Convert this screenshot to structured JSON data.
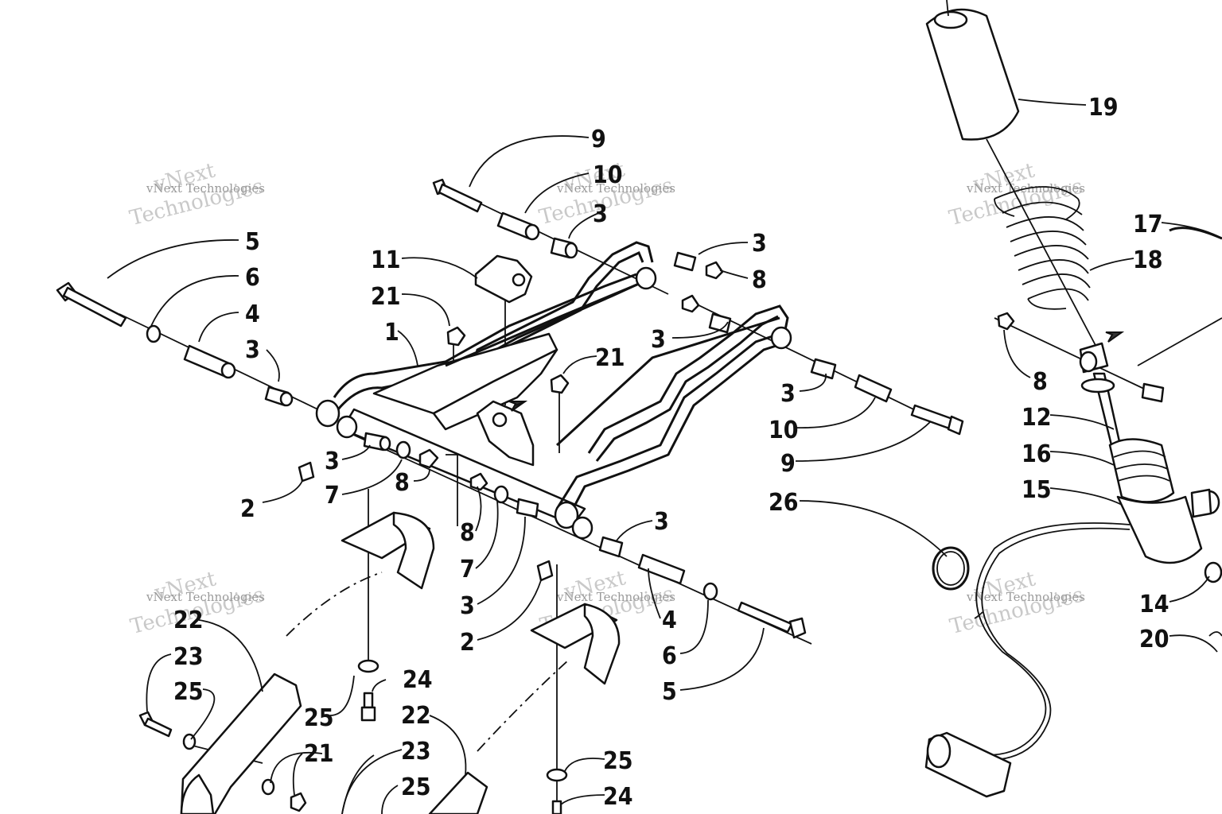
{
  "watermark": {
    "line1": "vNext",
    "line2": "Technologies",
    "small": "vNext Technologies"
  },
  "callouts": [
    {
      "id": "c1",
      "text": "1"
    },
    {
      "id": "c2a",
      "text": "2"
    },
    {
      "id": "c2b",
      "text": "2"
    },
    {
      "id": "c3a",
      "text": "3"
    },
    {
      "id": "c3b",
      "text": "3"
    },
    {
      "id": "c3c",
      "text": "3"
    },
    {
      "id": "c3d",
      "text": "3"
    },
    {
      "id": "c3e",
      "text": "3"
    },
    {
      "id": "c3f",
      "text": "3"
    },
    {
      "id": "c3g",
      "text": "3"
    },
    {
      "id": "c3h",
      "text": "3"
    },
    {
      "id": "c4a",
      "text": "4"
    },
    {
      "id": "c4b",
      "text": "4"
    },
    {
      "id": "c5a",
      "text": "5"
    },
    {
      "id": "c5b",
      "text": "5"
    },
    {
      "id": "c6a",
      "text": "6"
    },
    {
      "id": "c6b",
      "text": "6"
    },
    {
      "id": "c7a",
      "text": "7"
    },
    {
      "id": "c7b",
      "text": "7"
    },
    {
      "id": "c8a",
      "text": "8"
    },
    {
      "id": "c8b",
      "text": "8"
    },
    {
      "id": "c8c",
      "text": "8"
    },
    {
      "id": "c8d",
      "text": "8"
    },
    {
      "id": "c9a",
      "text": "9"
    },
    {
      "id": "c9b",
      "text": "9"
    },
    {
      "id": "c10a",
      "text": "10"
    },
    {
      "id": "c10b",
      "text": "10"
    },
    {
      "id": "c11",
      "text": "11"
    },
    {
      "id": "c12",
      "text": "12"
    },
    {
      "id": "c14",
      "text": "14"
    },
    {
      "id": "c15",
      "text": "15"
    },
    {
      "id": "c16",
      "text": "16"
    },
    {
      "id": "c17",
      "text": "17"
    },
    {
      "id": "c18",
      "text": "18"
    },
    {
      "id": "c19",
      "text": "19"
    },
    {
      "id": "c20",
      "text": "20"
    },
    {
      "id": "c21a",
      "text": "21"
    },
    {
      "id": "c21b",
      "text": "21"
    },
    {
      "id": "c21c",
      "text": "21"
    },
    {
      "id": "c22a",
      "text": "22"
    },
    {
      "id": "c22b",
      "text": "22"
    },
    {
      "id": "c23a",
      "text": "23"
    },
    {
      "id": "c23b",
      "text": "23"
    },
    {
      "id": "c24a",
      "text": "24"
    },
    {
      "id": "c24b",
      "text": "24"
    },
    {
      "id": "c25a",
      "text": "25"
    },
    {
      "id": "c25b",
      "text": "25"
    },
    {
      "id": "c25c",
      "text": "25"
    },
    {
      "id": "c25d",
      "text": "25"
    },
    {
      "id": "c26",
      "text": "26"
    }
  ]
}
